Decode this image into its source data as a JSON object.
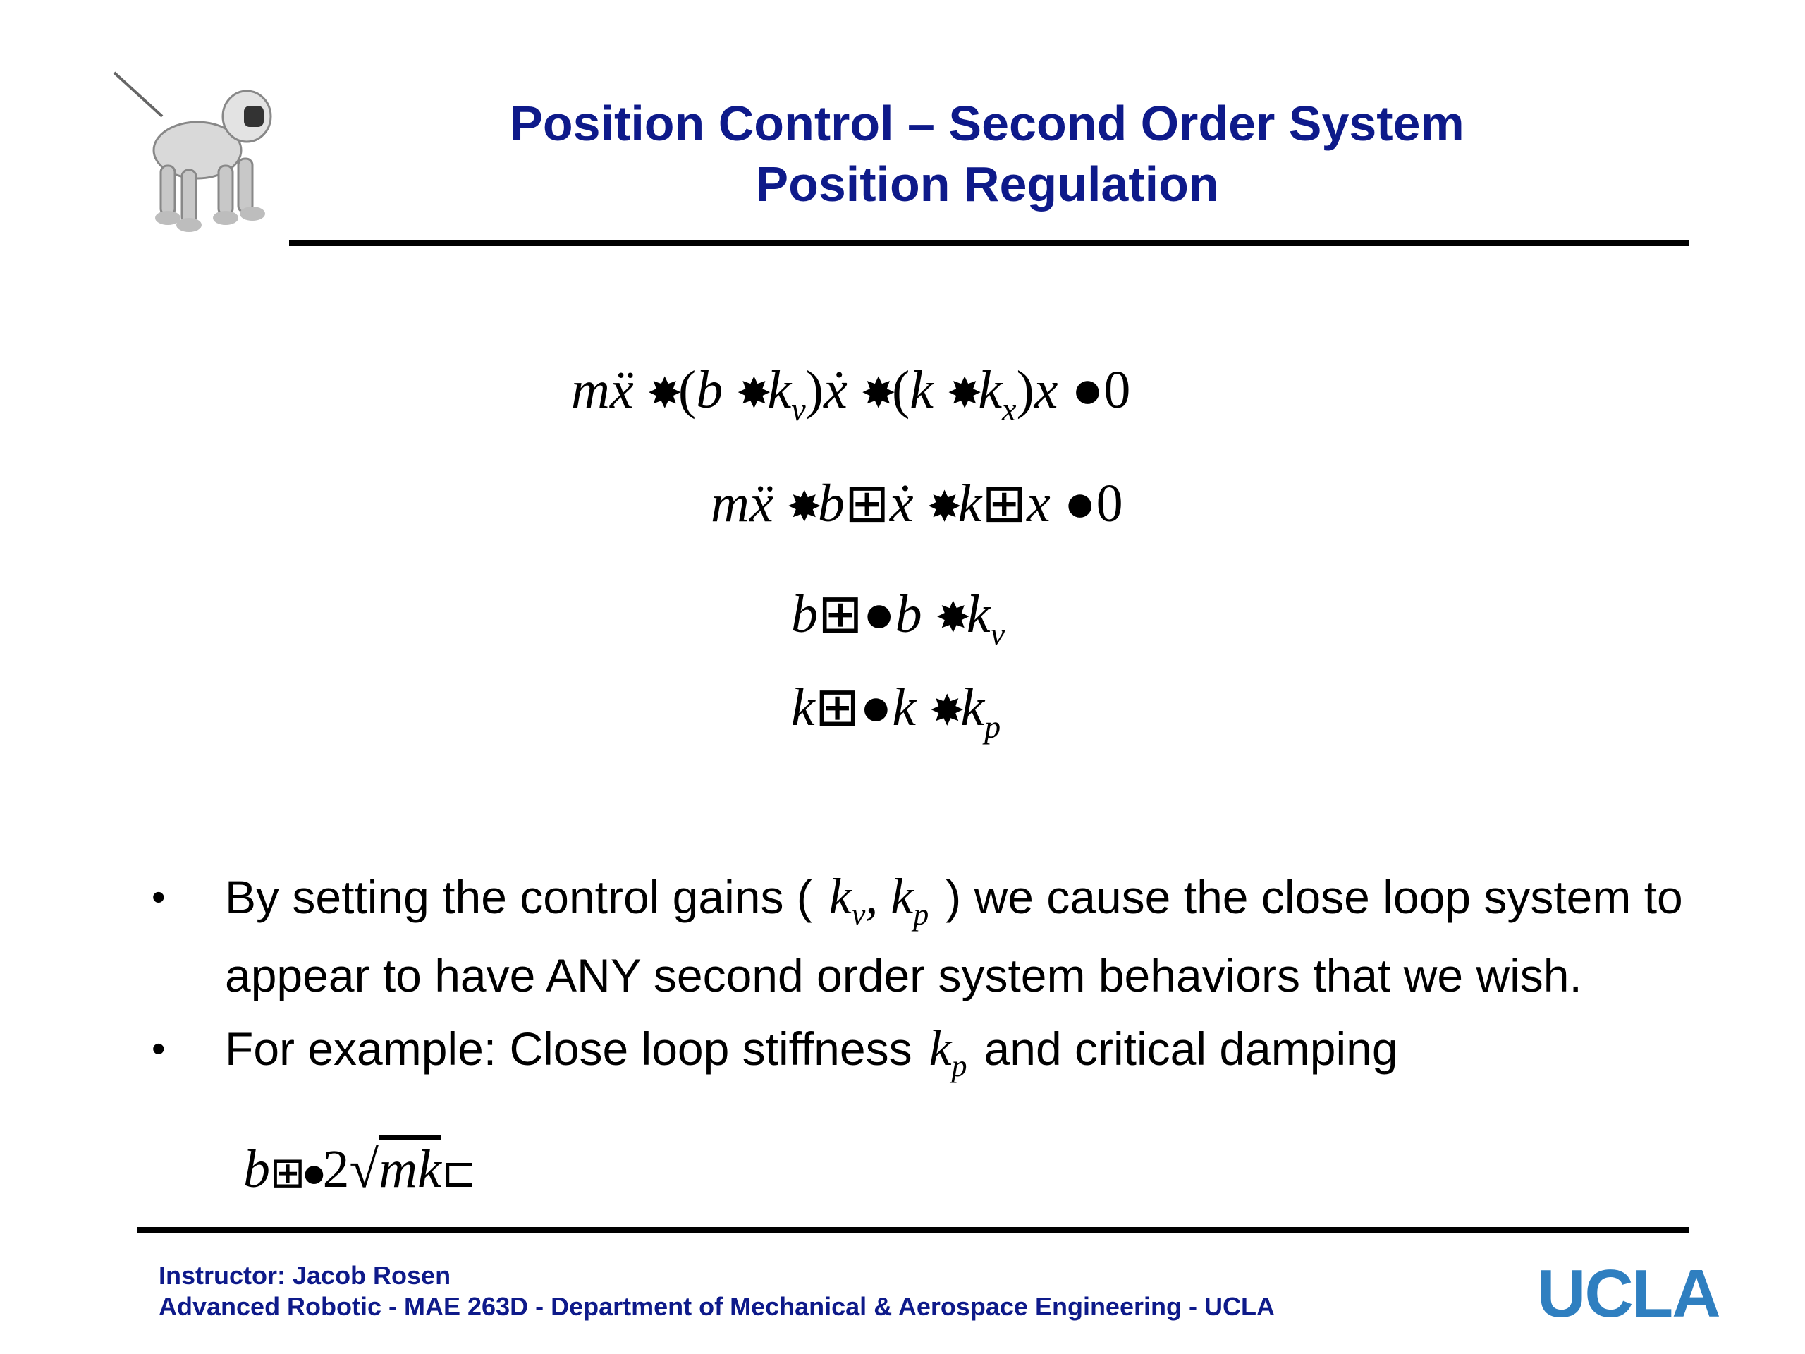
{
  "title_line1": "Position Control – Second Order System",
  "title_line2": "Position Regulation",
  "equations": {
    "eq1": {
      "lhs_m": "m",
      "lhs_x": "ẍ",
      "b": "b",
      "kv": "k",
      "kv_sub": "v",
      "x_dot": "ẋ",
      "k": "k",
      "kx": "k",
      "kx_sub": "x",
      "x": "x",
      "rhs": "0"
    },
    "eq2": {
      "m": "m",
      "x": "ẍ",
      "b": "b",
      "xd": "ẋ",
      "k": "k",
      "xx": "x",
      "rhs": "0"
    },
    "eq3": {
      "lhs": "b",
      "b": "b",
      "k": "k",
      "sub": "v"
    },
    "eq4": {
      "lhs": "k",
      "k": "k",
      "kp": "k",
      "sub": "p"
    }
  },
  "bullets": [
    {
      "mark": "•",
      "pre": "By setting the control gains (",
      "math_k1": "k",
      "math_sub1": "v",
      "math_sep": ", ",
      "math_k2": "k",
      "math_sub2": "p",
      "post": ") we cause the close loop system to appear to have ANY second order system behaviors that we wish."
    },
    {
      "mark": "•",
      "pre": "For example: Close loop stiffness",
      "math_k": "k",
      "math_sub": "p",
      "post": "and critical damping"
    }
  ],
  "formula": {
    "b": "b",
    "two": "2",
    "root": "√",
    "mk": "mk"
  },
  "footer": {
    "instructor": "Instructor: Jacob Rosen",
    "course": "Advanced Robotic - MAE 263D - Department of Mechanical & Aerospace Engineering - UCLA"
  },
  "ucla": "UCLA",
  "icons": {
    "logo": "robot-dog-logo"
  },
  "colors": {
    "title": "#0e1a8a",
    "ucla": "#2f7fc0"
  }
}
